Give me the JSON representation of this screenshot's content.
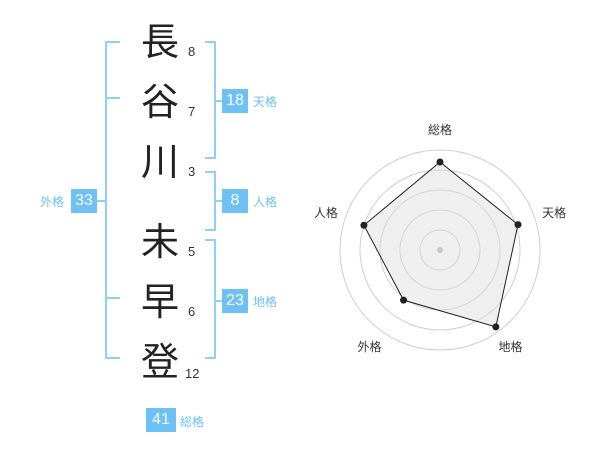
{
  "characters": [
    {
      "char": "長",
      "strokes": "8"
    },
    {
      "char": "谷",
      "strokes": "7"
    },
    {
      "char": "川",
      "strokes": "3"
    },
    {
      "char": "未",
      "strokes": "5"
    },
    {
      "char": "早",
      "strokes": "6"
    },
    {
      "char": "登",
      "strokes": "12"
    }
  ],
  "fortunes": {
    "tenkaku": {
      "value": "18",
      "label": "天格"
    },
    "jinkaku": {
      "value": "8",
      "label": "人格"
    },
    "chikaku": {
      "value": "23",
      "label": "地格"
    },
    "gaikaku": {
      "value": "33",
      "label": "外格"
    },
    "soukaku": {
      "value": "41",
      "label": "総格"
    }
  },
  "radar": {
    "axes": [
      "総格",
      "天格",
      "地格",
      "外格",
      "人格"
    ],
    "values": [
      0.88,
      0.82,
      0.95,
      0.62,
      0.8
    ],
    "colors": {
      "ring": "#cfcfcf",
      "fill": "#efefef",
      "line": "#222222",
      "center": "#c8c8c8"
    }
  },
  "colors": {
    "accent": "#6ec1f5"
  }
}
